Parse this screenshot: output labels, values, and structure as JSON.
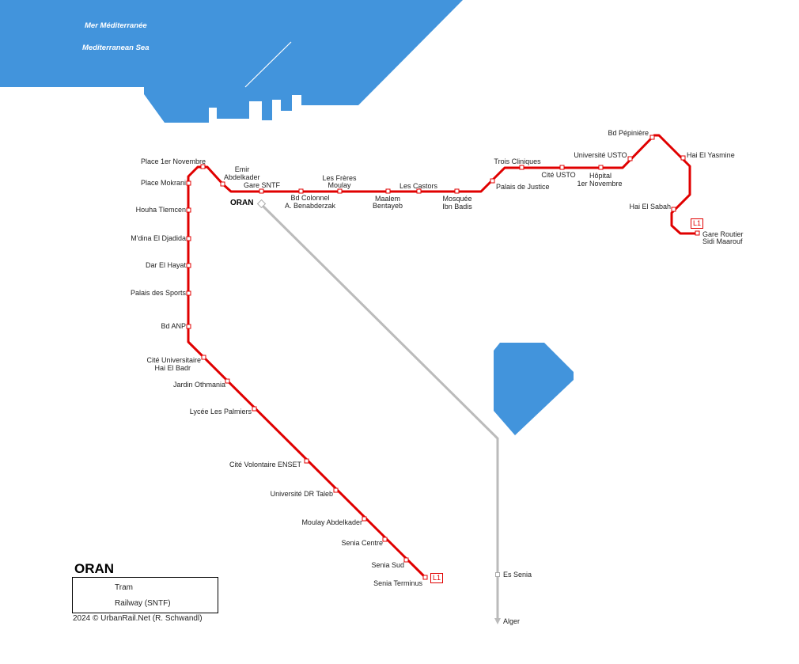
{
  "title": "ORAN",
  "sea": {
    "fr": "Mer Méditerranée",
    "en": "Mediterranean Sea"
  },
  "legend": {
    "tram": "Tram",
    "railway": "Railway (SNTF)"
  },
  "credit": "2024 © UrbanRail.Net (R. Schwandl)",
  "line_badge": "L1",
  "oran_station": "ORAN",
  "colors": {
    "tram": "#e00000",
    "railway": "#bbbbbb",
    "water": "#4294dc"
  },
  "stations": {
    "place_1er_novembre": "Place 1er Novembre",
    "place_mokrani": "Place Mokrani",
    "houha_tlemcen": "Houha Tlemcen",
    "mdina_el_djadida": "M'dina El Djadida",
    "dar_el_hayat": "Dar El Hayat",
    "palais_des_sports": "Palais des Sports",
    "bd_anp": "Bd ANP",
    "cite_univ_1": "Cité Universitaire",
    "cite_univ_2": "Hai El Badr",
    "jardin_othmania": "Jardin Othmania",
    "lycee_les_palmiers": "Lycée Les Palmiers",
    "cite_volontaire": "Cité Volontaire ENSET",
    "universite_dr_taleb": "Université DR Taleb",
    "moulay_abdelkader": "Moulay Abdelkader",
    "senia_centre": "Senia Centre",
    "senia_sud": "Senia Sud",
    "senia_terminus": "Senia Terminus",
    "emir_1": "Emir",
    "emir_2": "Abdelkader",
    "gare_sntf": "Gare SNTF",
    "bd_colonnel_1": "Bd Colonnel",
    "bd_colonnel_2": "A. Benabderzak",
    "les_freres_1": "Les Frères",
    "les_freres_2": "Moulay",
    "maalem_1": "Maalem",
    "maalem_2": "Bentayeb",
    "les_castors": "Les Castors",
    "mosquee_1": "Mosquée",
    "mosquee_2": "Ibn Badis",
    "palais_de_justice": "Palais de Justice",
    "trois_cliniques": "Trois Cliniques",
    "cite_usto": "Cité USTO",
    "hopital_1": "Hôpital",
    "hopital_2": "1er Novembre",
    "universite_usto": "Université USTO",
    "bd_pepiniere": "Bd Pépinière",
    "hai_el_yasmine": "Hai El Yasmine",
    "hai_el_sabah": "Hai El Sabah",
    "gare_routier_1": "Gare Routier",
    "gare_routier_2": "Sidi Maarouf",
    "es_senia": "Es Senia",
    "alger": "Alger"
  }
}
